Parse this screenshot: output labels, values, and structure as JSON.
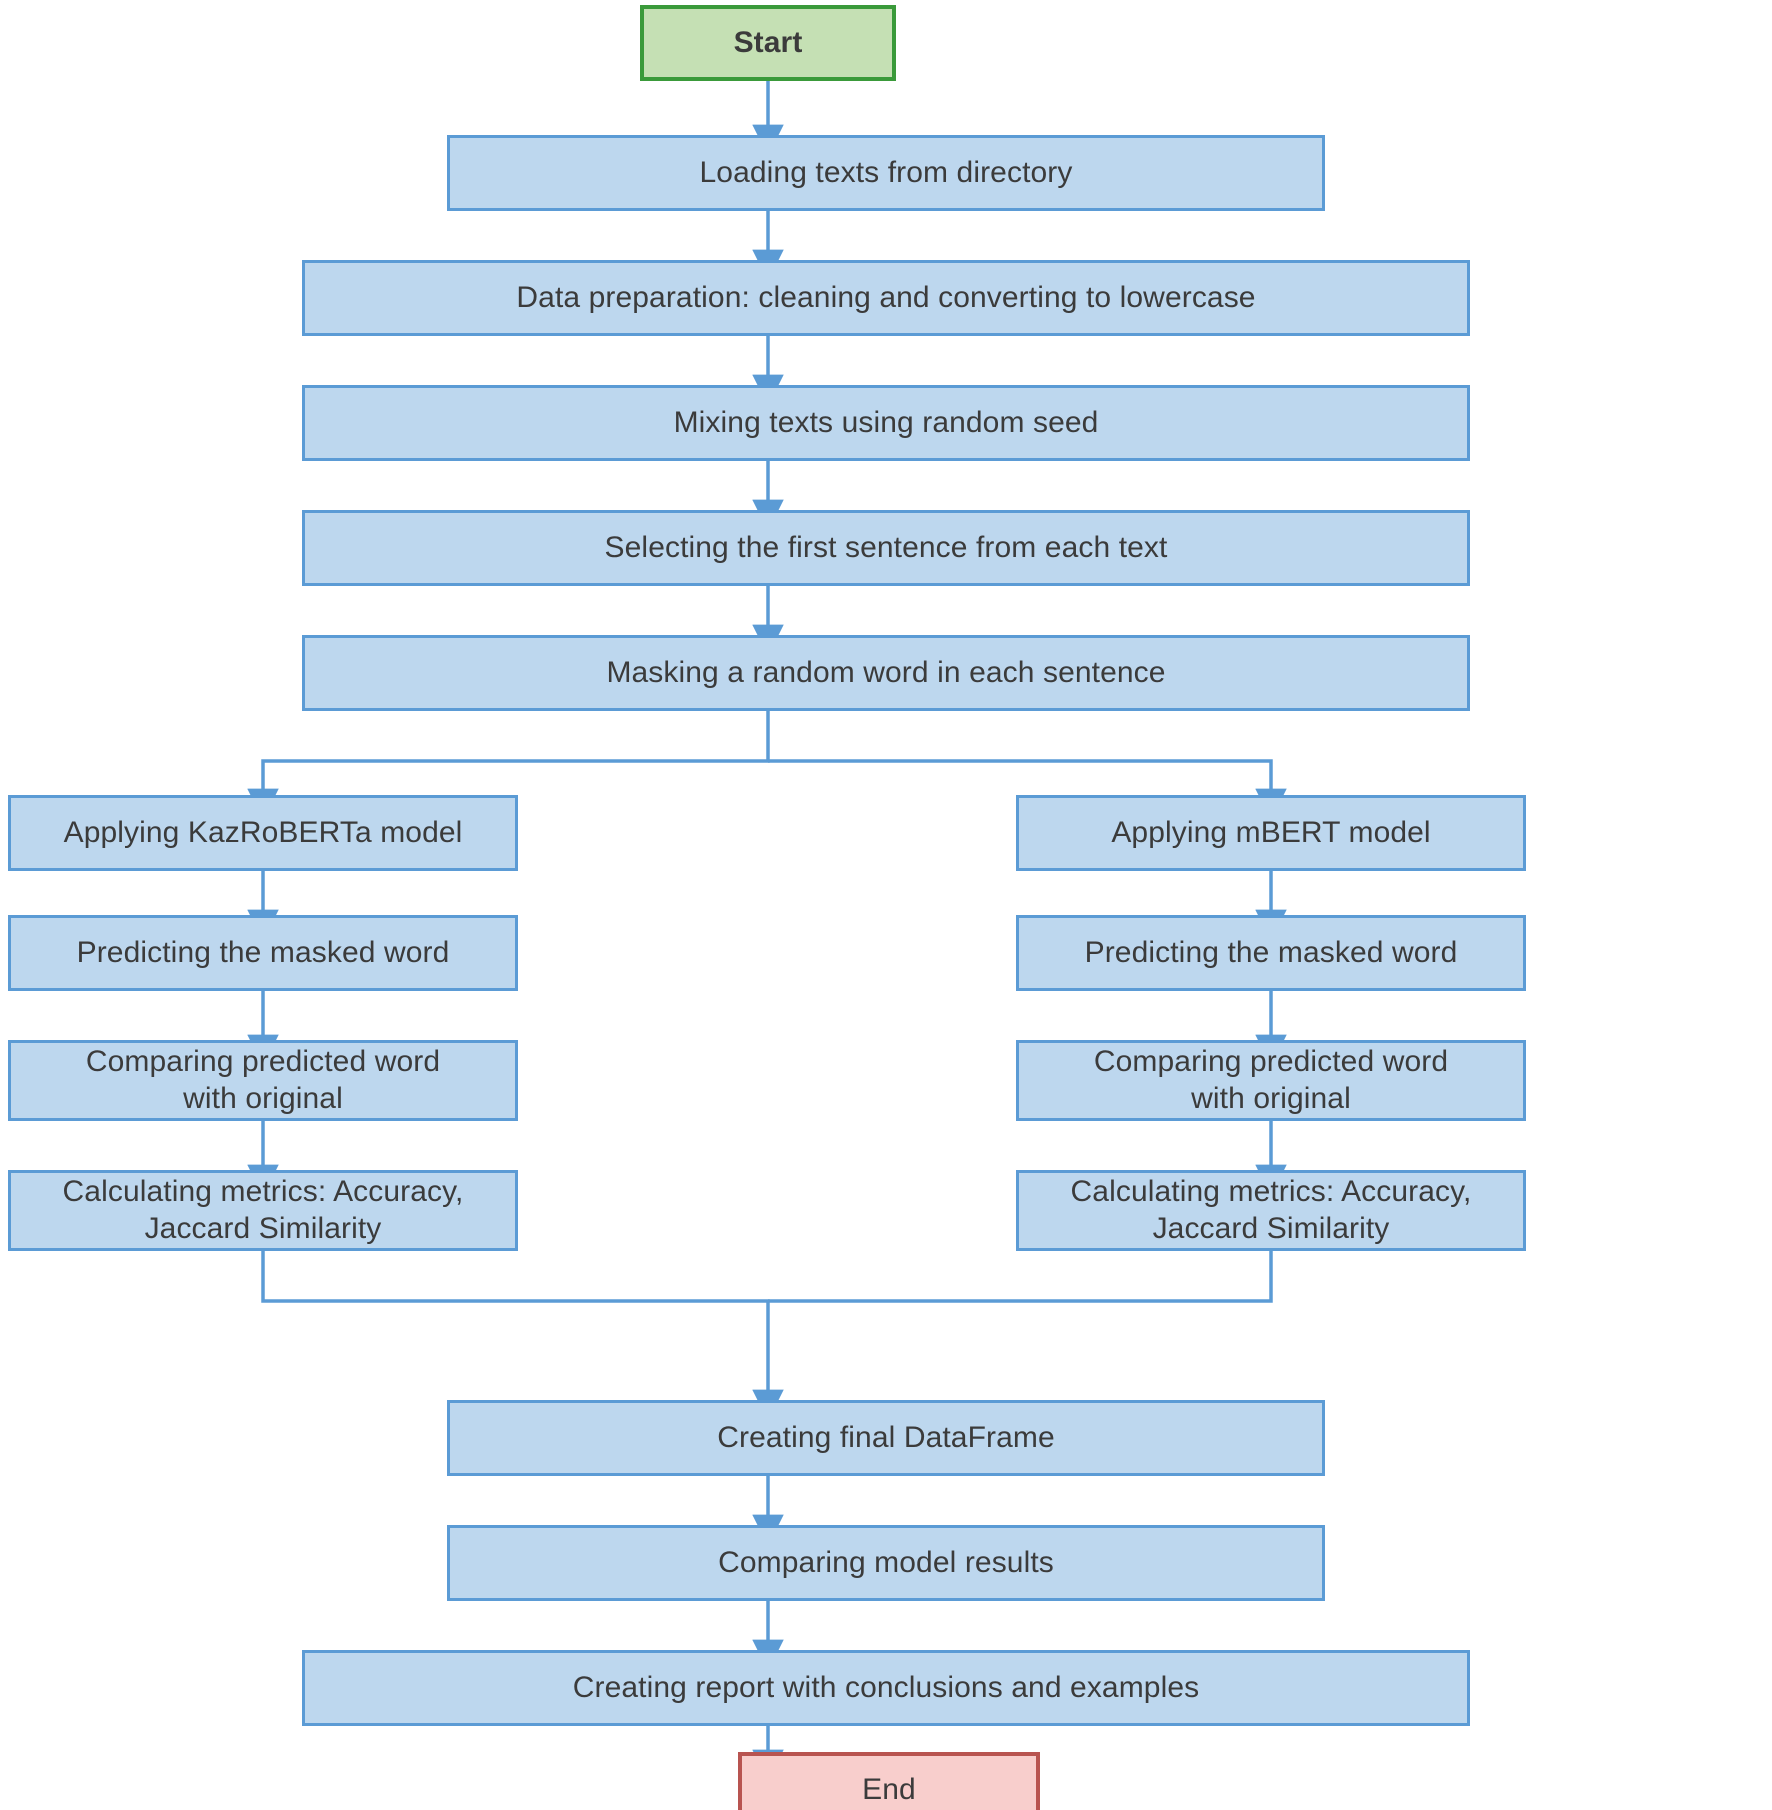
{
  "diagram": {
    "title": "Masked word prediction model comparison flowchart",
    "colors": {
      "process_fill": "#bdd7ee",
      "process_border": "#5b9bd5",
      "start_fill": "#c5e0b4",
      "start_border": "#3a9a3a",
      "end_fill": "#f8cecc",
      "end_border": "#b85450",
      "arrow": "#5b9bd5",
      "text": "#3b3b3b",
      "background": "#ffffff"
    },
    "nodes": {
      "start": "Start",
      "loading": "Loading texts from directory",
      "preparation": "Data preparation: cleaning and converting to lowercase",
      "mixing": "Mixing texts using random seed",
      "selecting": "Selecting the first sentence from each text",
      "masking": "Masking a random word in each sentence",
      "left_apply": "Applying KazRoBERTa model",
      "left_predict": "Predicting the masked word",
      "left_compare": "Comparing predicted word\nwith original",
      "left_metrics": "Calculating metrics: Accuracy,\nJaccard Similarity",
      "right_apply": "Applying mBERT model",
      "right_predict": "Predicting the masked word",
      "right_compare": "Comparing predicted word\nwith original",
      "right_metrics": "Calculating metrics: Accuracy,\nJaccard Similarity",
      "dataframe": "Creating final DataFrame",
      "comparing_results": "Comparing model results",
      "report": "Creating report with conclusions and examples",
      "end": "End"
    }
  }
}
